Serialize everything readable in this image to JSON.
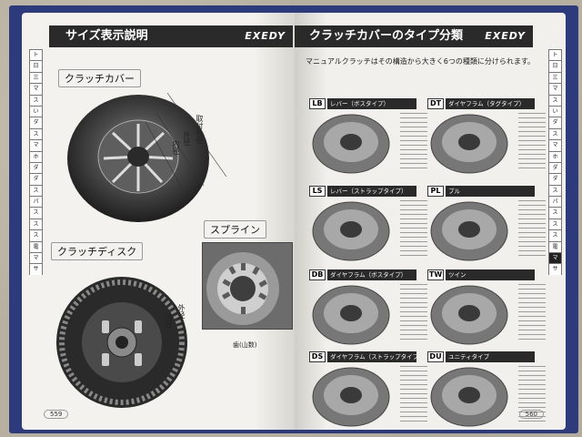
{
  "left_page": {
    "header": "サイズ表示説明",
    "brand": "EXEDY",
    "clutch_cover_label": "クラッチカバー",
    "clutch_disc_label": "クラッチディスク",
    "spline_label": "スプライン",
    "dim_outer": "取付外径",
    "dim_inner1": "外径",
    "dim_inner2": "内径",
    "disc_outer": "外径",
    "disc_inner": "内径",
    "tooth_caption": "歯(山数)",
    "page_number": "559",
    "tabs": [
      "ト",
      "日",
      "三",
      "マ",
      "ス",
      "い",
      "ダ",
      "ス",
      "マ",
      "ホ",
      "ダ",
      "ダ",
      "ス",
      "パ",
      "ス",
      "ス",
      "ス",
      "電",
      "マ",
      "サ"
    ]
  },
  "right_page": {
    "header": "クラッチカバーのタイプ分類",
    "brand": "EXEDY",
    "intro": "マニュアルクラッチはその構造から大きく6つの種類に分けられます。",
    "page_number": "560",
    "types": [
      {
        "code": "LB",
        "name": "レバー（ボスタイプ）"
      },
      {
        "code": "DT",
        "name": "ダイヤフラム（タグタイプ）"
      },
      {
        "code": "LS",
        "name": "レバー（ストラップタイプ）"
      },
      {
        "code": "PL",
        "name": "プル"
      },
      {
        "code": "DB",
        "name": "ダイヤフラム（ボスタイプ）"
      },
      {
        "code": "TW",
        "name": "ツイン"
      },
      {
        "code": "DS",
        "name": "ダイヤフラム（ストラップタイプ）"
      },
      {
        "code": "DU",
        "name": "ユニティタイプ"
      }
    ],
    "tabs": [
      "ト",
      "日",
      "三",
      "マ",
      "ス",
      "い",
      "ダ",
      "ス",
      "マ",
      "ホ",
      "ダ",
      "ダ",
      "ス",
      "パ",
      "ス",
      "ス",
      "ス",
      "電",
      "マ",
      "サ"
    ]
  }
}
